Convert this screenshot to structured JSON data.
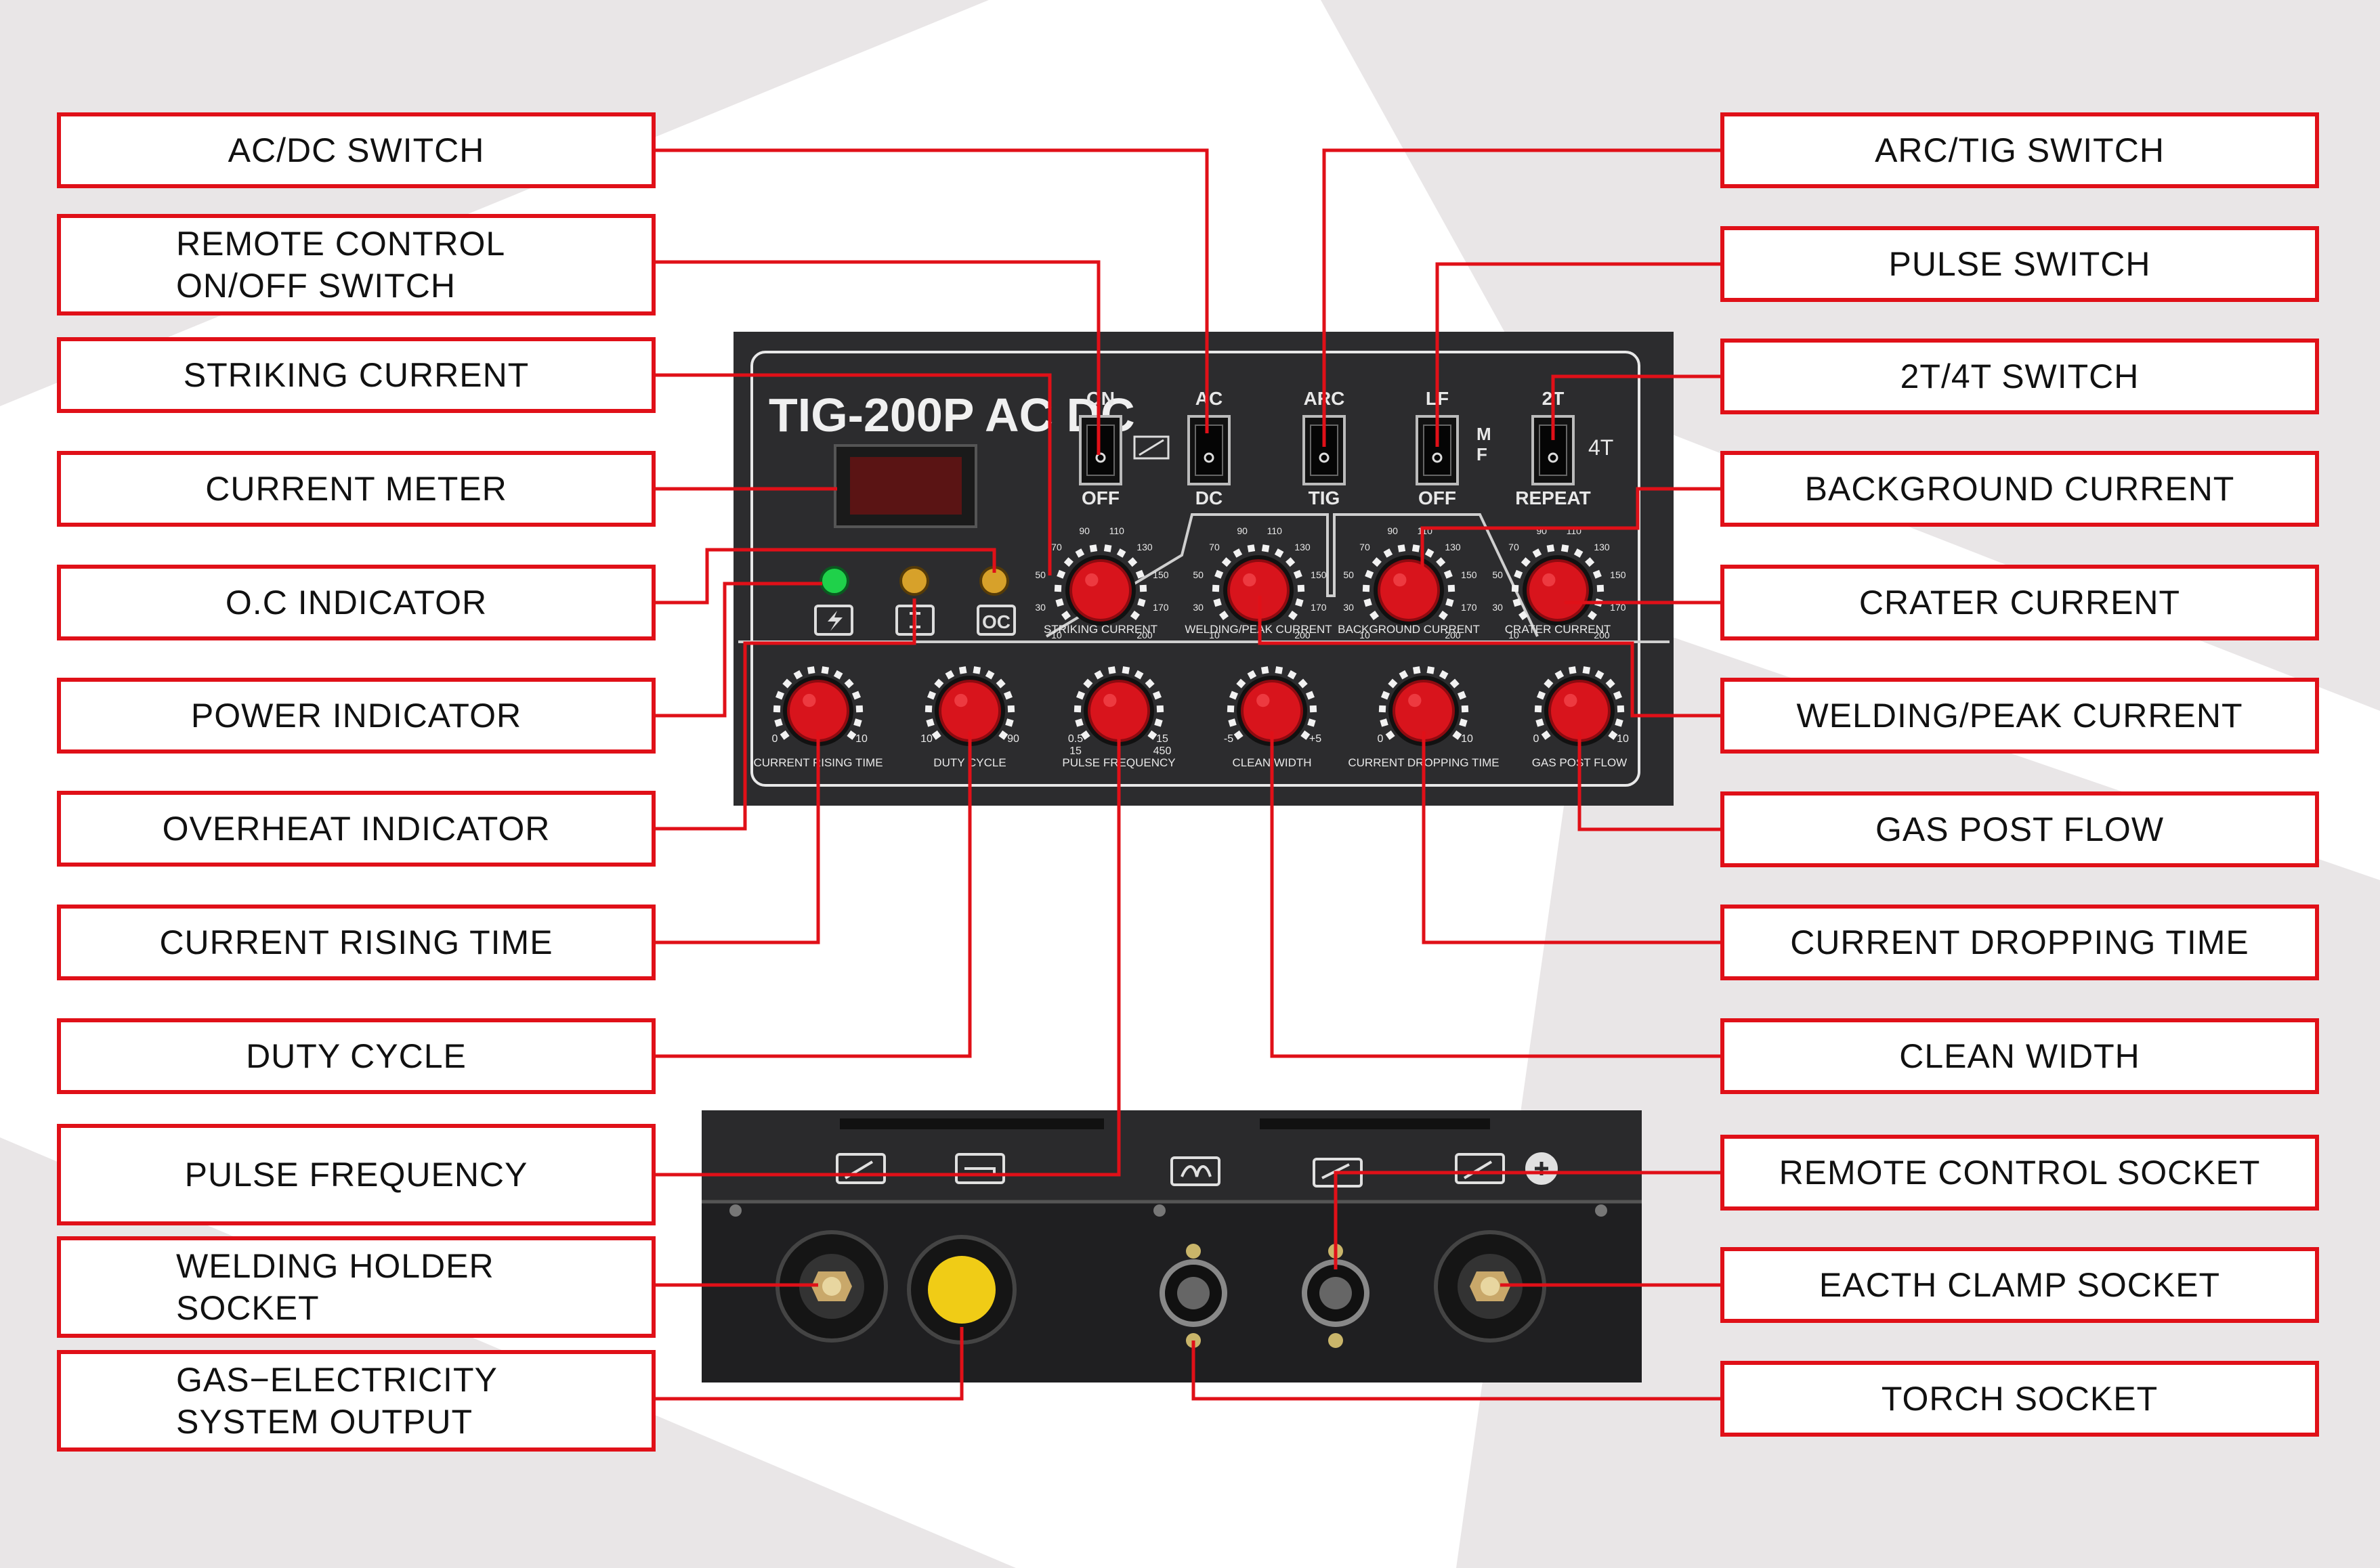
{
  "panel": {
    "model": "TIG-200P AC DC",
    "switches": [
      {
        "top": "ON",
        "bottom": "OFF"
      },
      {
        "top": "AC",
        "bottom": "DC"
      },
      {
        "top": "ARC",
        "bottom": "TIG"
      },
      {
        "top": "LF",
        "bottom": "OFF",
        "side": "M F"
      },
      {
        "top": "2T",
        "bottom": "REPEAT",
        "side": "4T"
      }
    ],
    "upper_knobs": [
      {
        "label": "STRIKING CURRENT",
        "ticks": [
          "10",
          "30",
          "50",
          "70",
          "90",
          "110",
          "130",
          "150",
          "170",
          "200"
        ]
      },
      {
        "label": "WELDING/PEAK CURRENT",
        "ticks": [
          "10",
          "30",
          "50",
          "70",
          "90",
          "110",
          "130",
          "150",
          "170",
          "200"
        ]
      },
      {
        "label": "BACKGROUND CURRENT",
        "ticks": [
          "10",
          "30",
          "50",
          "70",
          "90",
          "110",
          "130",
          "150",
          "170",
          "200"
        ]
      },
      {
        "label": "CRATER CURRENT",
        "ticks": [
          "10",
          "30",
          "50",
          "70",
          "90",
          "110",
          "130",
          "150",
          "170",
          "200"
        ]
      }
    ],
    "lower_knobs": [
      {
        "label": "CURRENT RISING TIME",
        "min": "0",
        "max": "10"
      },
      {
        "label": "DUTY CYCLE",
        "min": "10",
        "max": "90"
      },
      {
        "label": "PULSE FREQUENCY",
        "min": "0.5",
        "max": "15",
        "min2": "15",
        "max2": "450"
      },
      {
        "label": "CLEAN WIDTH",
        "min": "-5",
        "max": "+5"
      },
      {
        "label": "CURRENT DROPPING TIME",
        "min": "0",
        "max": "10"
      },
      {
        "label": "GAS POST FLOW",
        "min": "0",
        "max": "10"
      }
    ]
  },
  "callouts_left": [
    {
      "id": "ac-dc",
      "lines": [
        "AC/DC SWITCH"
      ]
    },
    {
      "id": "remote-onoff",
      "lines": [
        "REMOTE CONTROL",
        "ON/OFF SWITCH"
      ]
    },
    {
      "id": "striking",
      "lines": [
        "STRIKING CURRENT"
      ]
    },
    {
      "id": "meter",
      "lines": [
        "CURRENT METER"
      ]
    },
    {
      "id": "oc",
      "lines": [
        "O.C INDICATOR"
      ]
    },
    {
      "id": "power",
      "lines": [
        "POWER INDICATOR"
      ]
    },
    {
      "id": "overheat",
      "lines": [
        "OVERHEAT INDICATOR"
      ]
    },
    {
      "id": "rising",
      "lines": [
        "CURRENT RISING TIME"
      ]
    },
    {
      "id": "duty",
      "lines": [
        "DUTY CYCLE"
      ]
    },
    {
      "id": "pulsefreq",
      "lines": [
        "PULSE FREQUENCY"
      ]
    },
    {
      "id": "holder",
      "lines": [
        "WELDING HOLDER",
        "SOCKET"
      ]
    },
    {
      "id": "gaselec",
      "lines": [
        "GAS−ELECTRICITY",
        "SYSTEM OUTPUT"
      ]
    }
  ],
  "callouts_right": [
    {
      "id": "arc-tig",
      "lines": [
        "ARC/TIG SWITCH"
      ]
    },
    {
      "id": "pulse",
      "lines": [
        "PULSE SWITCH"
      ]
    },
    {
      "id": "2t4t",
      "lines": [
        "2T/4T SWITCH"
      ]
    },
    {
      "id": "background",
      "lines": [
        "BACKGROUND CURRENT"
      ]
    },
    {
      "id": "crater",
      "lines": [
        "CRATER CURRENT"
      ]
    },
    {
      "id": "welding",
      "lines": [
        "WELDING/PEAK CURRENT"
      ]
    },
    {
      "id": "gaspost",
      "lines": [
        "GAS POST FLOW"
      ]
    },
    {
      "id": "dropping",
      "lines": [
        "CURRENT DROPPING TIME"
      ]
    },
    {
      "id": "clean",
      "lines": [
        "CLEAN WIDTH"
      ]
    },
    {
      "id": "remote-socket",
      "lines": [
        "REMOTE CONTROL SOCKET"
      ]
    },
    {
      "id": "earth",
      "lines": [
        "EACTH CLAMP SOCKET"
      ]
    },
    {
      "id": "torch",
      "lines": [
        "TORCH SOCKET"
      ]
    }
  ],
  "colors": {
    "accent": "#e01018",
    "panel": "#2c2c2e",
    "knob": "#d8141c",
    "indicator_green": "#1fd14a",
    "indicator_amber": "#d7a12a"
  }
}
